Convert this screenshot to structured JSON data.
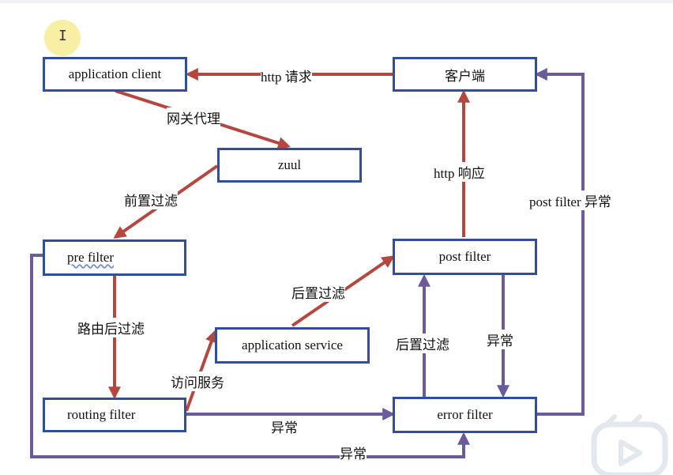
{
  "boxes": {
    "application_client": "application client",
    "client": "客户端",
    "zuul": "zuul",
    "pre_filter": "pre filter",
    "post_filter": "post filter",
    "application_service": "application service",
    "routing_filter": "routing filter",
    "error_filter": "error filter"
  },
  "labels": {
    "http_request": "http 请求",
    "gateway_proxy": "网关代理",
    "pre_filtering": "前置过滤",
    "post_routing_filtering": "路由后过滤",
    "visit_service": "访问服务",
    "post_filtering_left": "后置过滤",
    "post_filtering_right": "后置过滤",
    "exception_routing": "异常",
    "exception_post": "异常",
    "exception_pre": "异常",
    "http_response": "http 响应",
    "post_filter_exception": "post filter 异常"
  },
  "colors": {
    "box_border": "#2f4f9e",
    "red_arrow": "#b5473f",
    "purple_arrow": "#6c5a9a"
  },
  "icons": {
    "cursor": "text-cursor-icon",
    "logo": "video-play-logo-icon"
  }
}
